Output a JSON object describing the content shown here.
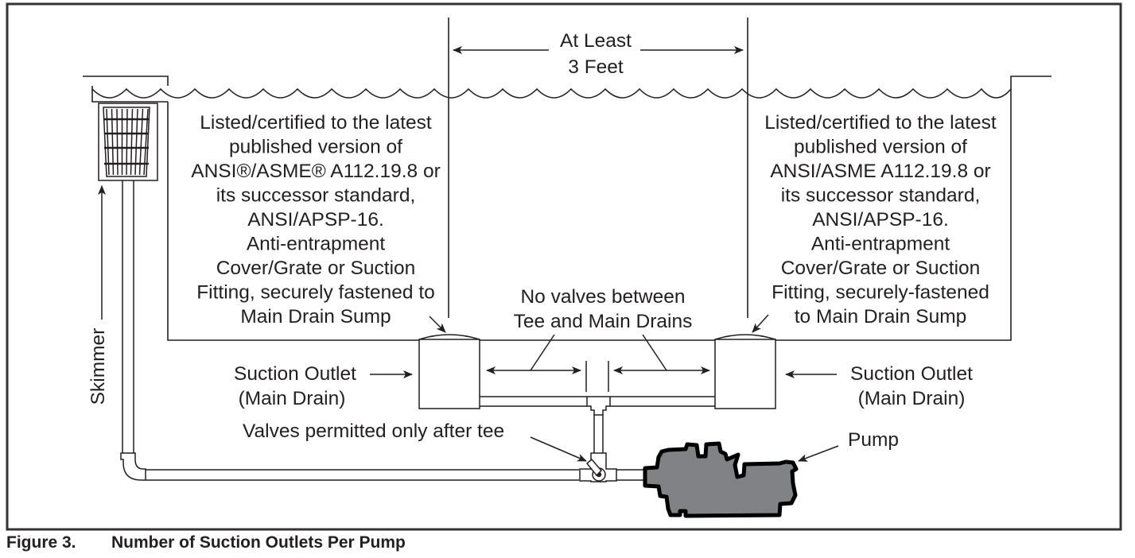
{
  "figure": {
    "number_label": "Figure 3.",
    "title": "Number of Suction Outlets Per Pump"
  },
  "dimension": {
    "line1": "At Least",
    "line2": "3 Feet"
  },
  "left_note": {
    "lines": [
      "Listed/certified to the latest",
      "published version of",
      "ANSI®/ASME® A112.19.8 or",
      "its successor standard,",
      "ANSI/APSP-16.",
      "Anti-entrapment",
      "Cover/Grate or Suction",
      "Fitting, securely fastened to",
      "Main Drain Sump"
    ]
  },
  "right_note": {
    "lines": [
      "Listed/certified to the latest",
      "published version of",
      "ANSI/ASME A112.19.8 or",
      "its successor standard,",
      "ANSI/APSP-16.",
      "Anti-entrapment",
      "Cover/Grate or Suction",
      "Fitting, securely-fastened",
      "to Main Drain Sump"
    ]
  },
  "no_valves_note": {
    "line1": "No valves between",
    "line2": "Tee and Main Drains"
  },
  "left_outlet": {
    "line1": "Suction Outlet",
    "line2": "(Main Drain)"
  },
  "right_outlet": {
    "line1": "Suction Outlet",
    "line2": "(Main Drain)"
  },
  "valves_note": "Valves permitted only after tee",
  "pump_label": "Pump",
  "skimmer_label": "Skimmer",
  "colors": {
    "line": "#231f20",
    "pump_fill": "#808285",
    "frame": "#333333"
  }
}
